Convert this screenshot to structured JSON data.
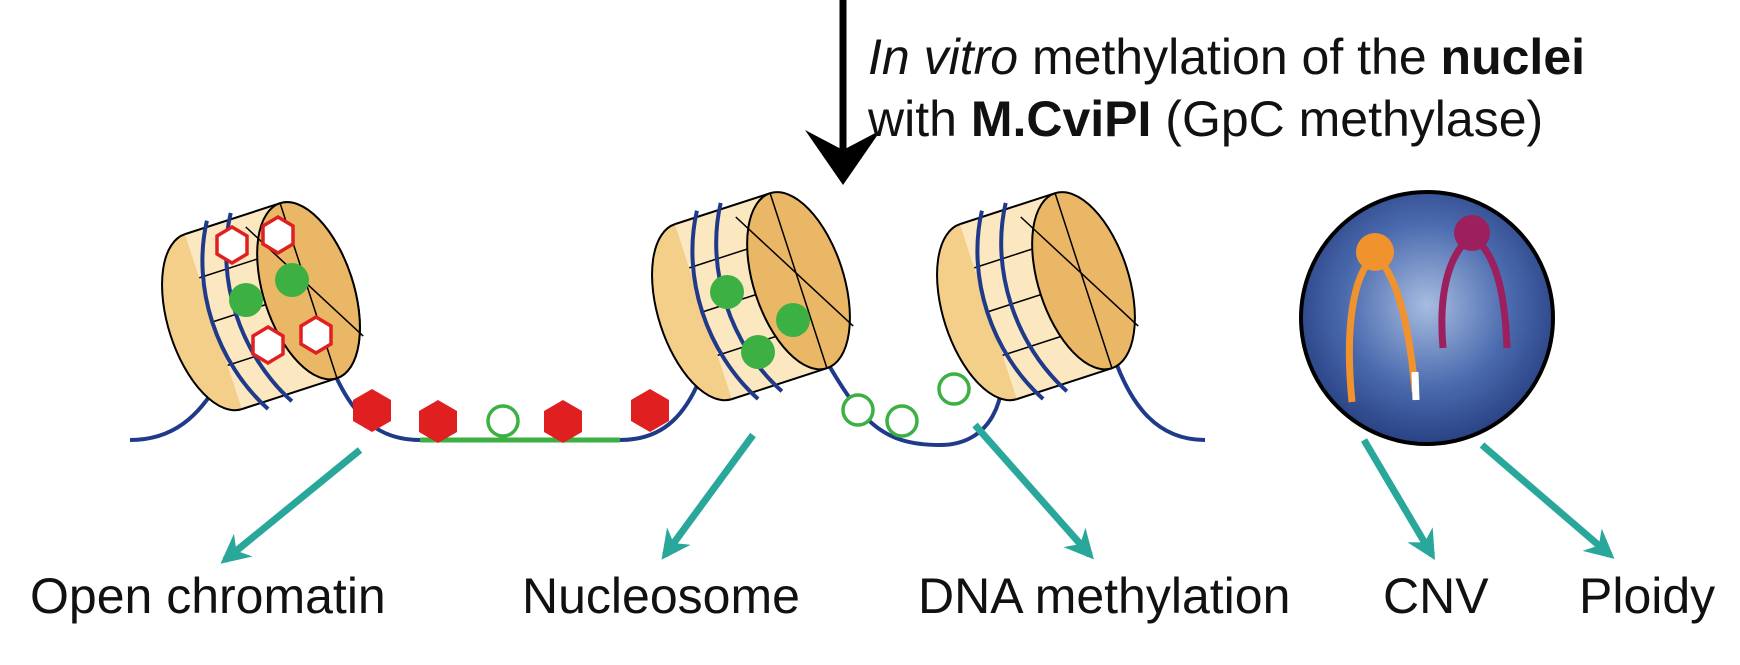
{
  "caption": {
    "line1_italic": "In vitro",
    "line1_mid": " methylation of the ",
    "line1_bold": "nuclei",
    "line2_pre": "with ",
    "line2_bold": "M.CviPI",
    "line2_post": " (GpC methylase)"
  },
  "labels": {
    "open_chromatin": "Open chromatin",
    "nucleosome": "Nucleosome",
    "dna_methylation": "DNA methylation",
    "cnv": "CNV",
    "ploidy": "Ploidy"
  },
  "colors": {
    "dna_strand": "#1f3a8a",
    "open_region": "#3cb043",
    "methylated_gpc": "#e02020",
    "methylated_cpg": "#3cb043",
    "outcome_arrow": "#2aa79b",
    "histone_light": "#fbe7c0",
    "histone_dark": "#eab766",
    "nucleus_fill": "#2e4c8e",
    "chromosome_1": "#f0922e",
    "chromosome_2": "#9c1f5e"
  }
}
